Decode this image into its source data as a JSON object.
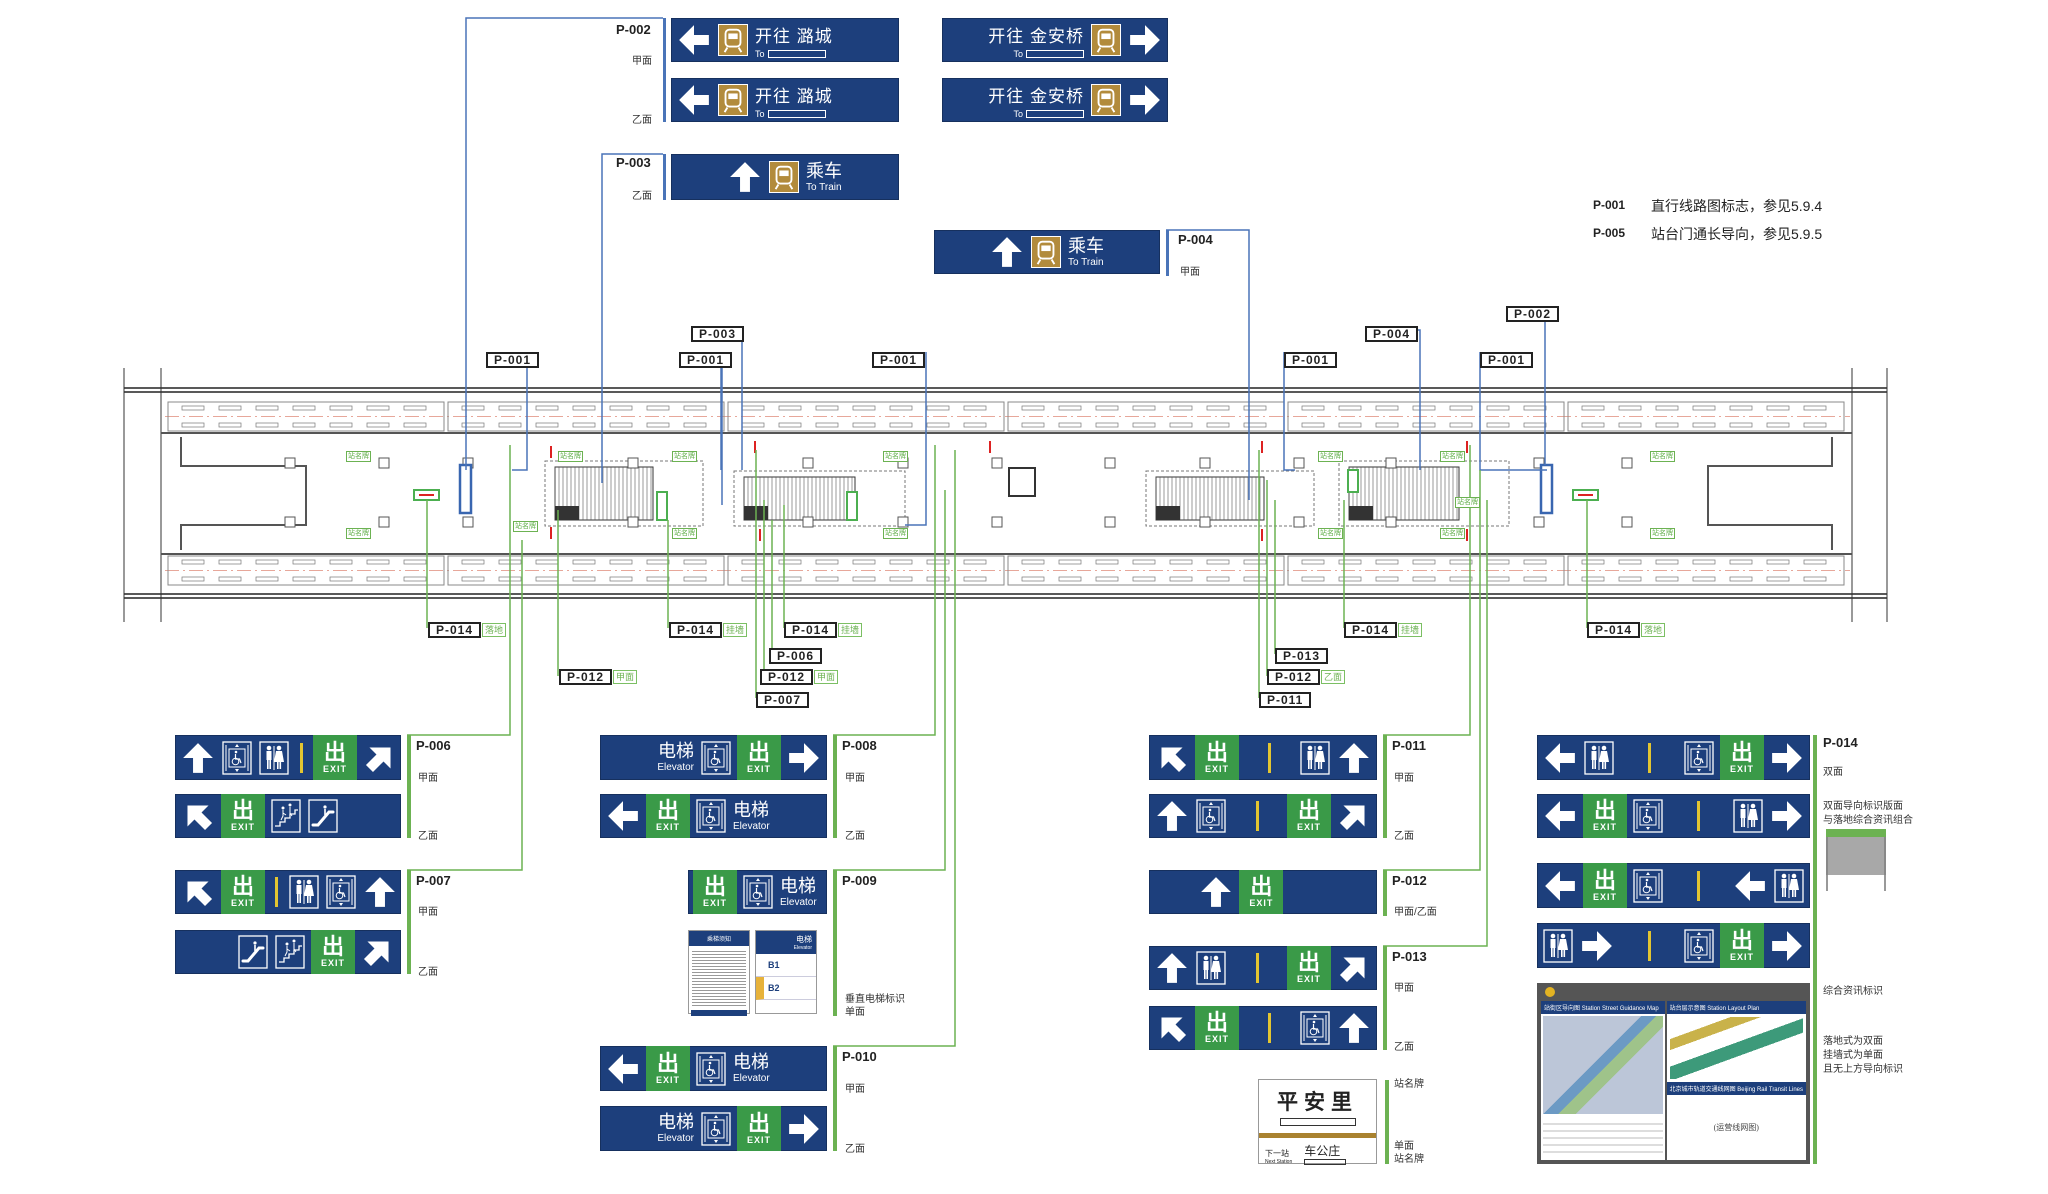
{
  "exit_label": {
    "cn": "出",
    "en": "EXIT"
  },
  "legend": [
    {
      "code": "P-001",
      "text": "直行线路图标志，参见5.9.4"
    },
    {
      "code": "P-005",
      "text": "站台门通长导向，参见5.9.5"
    }
  ],
  "colors": {
    "sign_blue": "#1d3f7c",
    "exit_green": "#3a9a48",
    "train_gold": "#b28b3c",
    "divider_yellow": "#e3c531",
    "leader_blue": "#4a74b8",
    "leader_green": "#6cb252"
  },
  "signs": [
    {
      "id": "P-002",
      "notes": [
        "甲面",
        "乙面"
      ],
      "faces": [
        {
          "segments": [
            {
              "t": "arrow",
              "dir": "left"
            },
            {
              "t": "train"
            },
            {
              "t": "dest",
              "cn": "开往 潞城",
              "to": "To"
            },
            {
              "t": "sp"
            }
          ]
        },
        {
          "segments": [
            {
              "t": "arrow",
              "dir": "left"
            },
            {
              "t": "train"
            },
            {
              "t": "dest",
              "cn": "开往 潞城",
              "to": "To"
            },
            {
              "t": "sp"
            }
          ]
        },
        {
          "segments": [
            {
              "t": "sp"
            },
            {
              "t": "dest",
              "cn": "开往 金安桥",
              "to": "To",
              "align": "r"
            },
            {
              "t": "train"
            },
            {
              "t": "arrow",
              "dir": "right"
            }
          ]
        },
        {
          "segments": [
            {
              "t": "sp"
            },
            {
              "t": "dest",
              "cn": "开往 金安桥",
              "to": "To",
              "align": "r"
            },
            {
              "t": "train"
            },
            {
              "t": "arrow",
              "dir": "right"
            }
          ]
        }
      ]
    },
    {
      "id": "P-003",
      "notes": [
        "乙面"
      ],
      "faces": [
        {
          "segments": [
            {
              "t": "sp"
            },
            {
              "t": "arrow",
              "dir": "up"
            },
            {
              "t": "train"
            },
            {
              "t": "text",
              "cn": "乘车",
              "en": "To Train"
            },
            {
              "t": "sp"
            }
          ]
        }
      ]
    },
    {
      "id": "P-004",
      "notes": [
        "甲面"
      ],
      "faces": [
        {
          "segments": [
            {
              "t": "sp"
            },
            {
              "t": "arrow",
              "dir": "up"
            },
            {
              "t": "train"
            },
            {
              "t": "text",
              "cn": "乘车",
              "en": "To Train"
            },
            {
              "t": "sp"
            }
          ]
        }
      ]
    },
    {
      "id": "P-006",
      "notes": [
        "甲面",
        "乙面"
      ],
      "faces": [
        {
          "segments": [
            {
              "t": "arrow",
              "dir": "up"
            },
            {
              "t": "elevator"
            },
            {
              "t": "toilet"
            },
            {
              "t": "div"
            },
            {
              "t": "exit"
            },
            {
              "t": "arrow",
              "dir": "up-right"
            }
          ]
        },
        {
          "segments": [
            {
              "t": "arrow",
              "dir": "up-left"
            },
            {
              "t": "exit"
            },
            {
              "t": "stairs"
            },
            {
              "t": "escalator"
            },
            {
              "t": "sp"
            }
          ]
        }
      ]
    },
    {
      "id": "P-007",
      "notes": [
        "甲面",
        "乙面"
      ],
      "faces": [
        {
          "segments": [
            {
              "t": "arrow",
              "dir": "up-left"
            },
            {
              "t": "exit"
            },
            {
              "t": "div"
            },
            {
              "t": "toilet"
            },
            {
              "t": "elevator"
            },
            {
              "t": "arrow",
              "dir": "up"
            }
          ]
        },
        {
          "segments": [
            {
              "t": "sp"
            },
            {
              "t": "escalator"
            },
            {
              "t": "stairs"
            },
            {
              "t": "exit"
            },
            {
              "t": "arrow",
              "dir": "up-right"
            }
          ]
        }
      ]
    },
    {
      "id": "P-008",
      "notes": [
        "甲面",
        "乙面"
      ],
      "faces": [
        {
          "segments": [
            {
              "t": "sp"
            },
            {
              "t": "text",
              "cn": "电梯",
              "en": "Elevator",
              "align": "r"
            },
            {
              "t": "elevator"
            },
            {
              "t": "exit"
            },
            {
              "t": "arrow",
              "dir": "right"
            }
          ]
        },
        {
          "segments": [
            {
              "t": "arrow",
              "dir": "left"
            },
            {
              "t": "exit"
            },
            {
              "t": "elevator"
            },
            {
              "t": "text",
              "cn": "电梯",
              "en": "Elevator"
            },
            {
              "t": "sp"
            }
          ]
        }
      ]
    },
    {
      "id": "P-009",
      "notes": [
        "垂直电梯标识",
        "单面"
      ],
      "faces": [
        {
          "segments": [
            {
              "t": "exit"
            },
            {
              "t": "elevator"
            },
            {
              "t": "text",
              "cn": "电梯",
              "en": "Elevator"
            },
            {
              "t": "sp"
            }
          ]
        }
      ],
      "panels": {
        "notice_title": "乘梯须知",
        "guide_title": "电梯",
        "guide_en": "Elevator",
        "floors": [
          "B1",
          "B2"
        ]
      }
    },
    {
      "id": "P-010",
      "notes": [
        "甲面",
        "乙面"
      ],
      "faces": [
        {
          "segments": [
            {
              "t": "arrow",
              "dir": "left"
            },
            {
              "t": "exit"
            },
            {
              "t": "elevator"
            },
            {
              "t": "text",
              "cn": "电梯",
              "en": "Elevator"
            },
            {
              "t": "sp"
            }
          ]
        },
        {
          "segments": [
            {
              "t": "sp"
            },
            {
              "t": "text",
              "cn": "电梯",
              "en": "Elevator",
              "align": "r"
            },
            {
              "t": "elevator"
            },
            {
              "t": "exit"
            },
            {
              "t": "arrow",
              "dir": "right"
            }
          ]
        }
      ]
    },
    {
      "id": "P-011",
      "notes": [
        "甲面",
        "乙面"
      ],
      "faces": [
        {
          "segments": [
            {
              "t": "arrow",
              "dir": "up-left"
            },
            {
              "t": "exit"
            },
            {
              "t": "sp"
            },
            {
              "t": "div"
            },
            {
              "t": "sp"
            },
            {
              "t": "toilet"
            },
            {
              "t": "arrow",
              "dir": "up"
            }
          ]
        },
        {
          "segments": [
            {
              "t": "arrow",
              "dir": "up"
            },
            {
              "t": "elevator"
            },
            {
              "t": "sp"
            },
            {
              "t": "div"
            },
            {
              "t": "sp"
            },
            {
              "t": "exit"
            },
            {
              "t": "arrow",
              "dir": "up-right"
            }
          ]
        }
      ]
    },
    {
      "id": "P-012",
      "notes": [
        "甲面/乙面"
      ],
      "faces": [
        {
          "segments": [
            {
              "t": "sp"
            },
            {
              "t": "arrow",
              "dir": "up"
            },
            {
              "t": "exit"
            },
            {
              "t": "sp"
            },
            {
              "t": "sp"
            }
          ]
        }
      ]
    },
    {
      "id": "P-013",
      "notes": [
        "甲面",
        "乙面"
      ],
      "faces": [
        {
          "segments": [
            {
              "t": "arrow",
              "dir": "up"
            },
            {
              "t": "toilet"
            },
            {
              "t": "sp"
            },
            {
              "t": "div"
            },
            {
              "t": "sp"
            },
            {
              "t": "exit"
            },
            {
              "t": "arrow",
              "dir": "up-right"
            }
          ]
        },
        {
          "segments": [
            {
              "t": "arrow",
              "dir": "up-left"
            },
            {
              "t": "exit"
            },
            {
              "t": "sp"
            },
            {
              "t": "div"
            },
            {
              "t": "sp"
            },
            {
              "t": "elevator"
            },
            {
              "t": "arrow",
              "dir": "up"
            }
          ]
        }
      ]
    },
    {
      "id": "P-014",
      "notes": [
        "双面",
        "双面导向标识版面",
        "与落地综合资讯组合",
        "综合资讯标识",
        "落地式为双面",
        "挂墙式为单面",
        "且无上方导向标识"
      ],
      "faces": [
        {
          "segments": [
            {
              "t": "arrow",
              "dir": "left"
            },
            {
              "t": "toilet"
            },
            {
              "t": "sp"
            },
            {
              "t": "div"
            },
            {
              "t": "sp"
            },
            {
              "t": "elevator"
            },
            {
              "t": "exit"
            },
            {
              "t": "arrow",
              "dir": "right"
            }
          ]
        },
        {
          "segments": [
            {
              "t": "arrow",
              "dir": "left"
            },
            {
              "t": "exit"
            },
            {
              "t": "elevator"
            },
            {
              "t": "sp"
            },
            {
              "t": "div"
            },
            {
              "t": "sp"
            },
            {
              "t": "toilet"
            },
            {
              "t": "arrow",
              "dir": "right"
            }
          ]
        },
        {
          "segments": [
            {
              "t": "arrow",
              "dir": "left"
            },
            {
              "t": "exit"
            },
            {
              "t": "elevator"
            },
            {
              "t": "sp"
            },
            {
              "t": "div"
            },
            {
              "t": "sp"
            },
            {
              "t": "arrow",
              "dir": "left"
            },
            {
              "t": "toilet"
            }
          ]
        },
        {
          "segments": [
            {
              "t": "toilet"
            },
            {
              "t": "arrow",
              "dir": "right"
            },
            {
              "t": "sp"
            },
            {
              "t": "div"
            },
            {
              "t": "sp"
            },
            {
              "t": "elevator"
            },
            {
              "t": "exit"
            },
            {
              "t": "arrow",
              "dir": "right"
            }
          ]
        }
      ]
    }
  ],
  "info_board": {
    "street_map_cn": "站街区导向图",
    "street_map_en": "Station Street Guidance Map",
    "layout_cn": "站台层示意图",
    "layout_en": "Station Layout Plan",
    "lines_cn": "北京城市轨道交通线网图",
    "lines_en": "Beijing Rail Transit Lines",
    "network_placeholder": "(运营线网图)"
  },
  "station_board": {
    "name": "平安里",
    "next_cn": "下一站",
    "next_en": "Next Station",
    "next_name": "车公庄",
    "notes": [
      "站名牌",
      "单面",
      "站名牌"
    ]
  },
  "plan": {
    "name_tag": "站名牌",
    "callouts": [
      {
        "label": "P-001"
      },
      {
        "label": "P-001"
      },
      {
        "label": "P-001"
      },
      {
        "label": "P-001"
      },
      {
        "label": "P-001"
      },
      {
        "label": "P-003"
      },
      {
        "label": "P-004"
      },
      {
        "label": "P-002"
      },
      {
        "label": "P-014",
        "note": "落地"
      },
      {
        "label": "P-014",
        "note": "挂墙"
      },
      {
        "label": "P-014",
        "note": "挂墙"
      },
      {
        "label": "P-014",
        "note": "挂墙"
      },
      {
        "label": "P-014",
        "note": "落地"
      },
      {
        "label": "P-006"
      },
      {
        "label": "P-012",
        "note": "甲面"
      },
      {
        "label": "P-012",
        "note": "甲面"
      },
      {
        "label": "P-007"
      },
      {
        "label": "P-013"
      },
      {
        "label": "P-012",
        "note": "乙面"
      },
      {
        "label": "P-011"
      }
    ]
  }
}
